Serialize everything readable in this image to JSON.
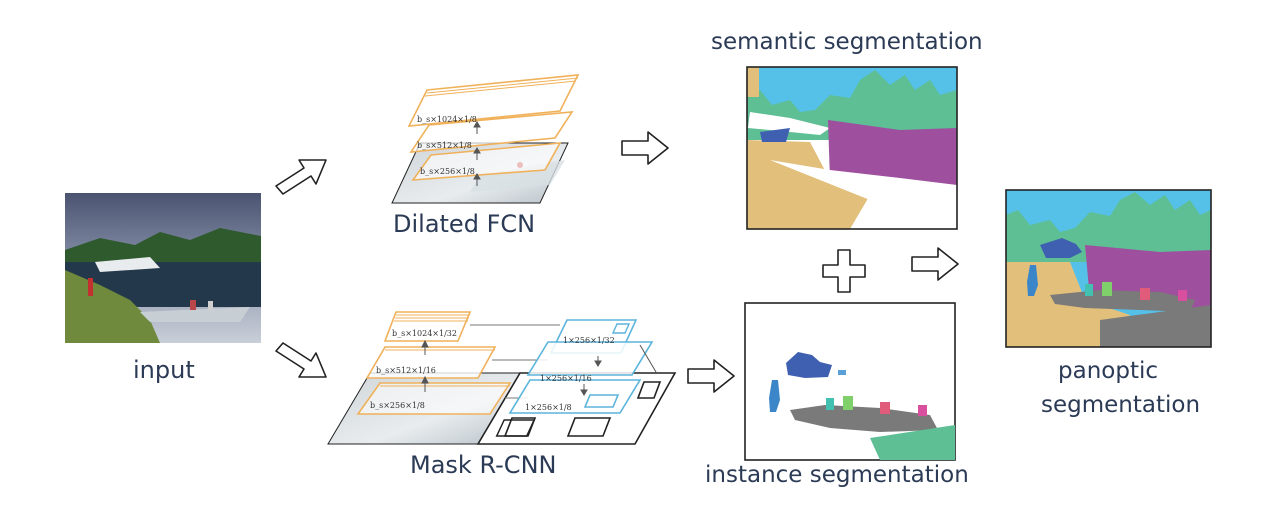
{
  "labels": {
    "input": "input",
    "dilated_fcn": "Dilated FCN",
    "mask_rcnn": "Mask R-CNN",
    "semantic": "semantic segmentation",
    "instance": "instance segmentation",
    "panoptic_line1": "panoptic",
    "panoptic_line2": "segmentation"
  },
  "fcn_layers": [
    "b_s×1024×1/8",
    "b_s×512×1/8",
    "b_s×256×1/8"
  ],
  "mask_layers": [
    "b_s×1024×1/32",
    "b_s×512×1/16",
    "b_s×256×1/8"
  ],
  "fpn_layers": [
    "1×256×1/32",
    "1×256×1/16",
    "1×256×1/8"
  ],
  "colors": {
    "text": "#2b3a55",
    "backbone": "#f0b15a",
    "fpn": "#5bb4dc",
    "sky": "#55c1e8",
    "trees": "#5ebf95",
    "grass": "#e2c07c",
    "water": "#9e4f9e",
    "blue_region": "#3f5fb0",
    "boat": "#7a7a7a",
    "people": [
      "#3b86c9",
      "#43c1b0",
      "#7fd06a",
      "#e05c7a",
      "#d84fa0"
    ]
  }
}
